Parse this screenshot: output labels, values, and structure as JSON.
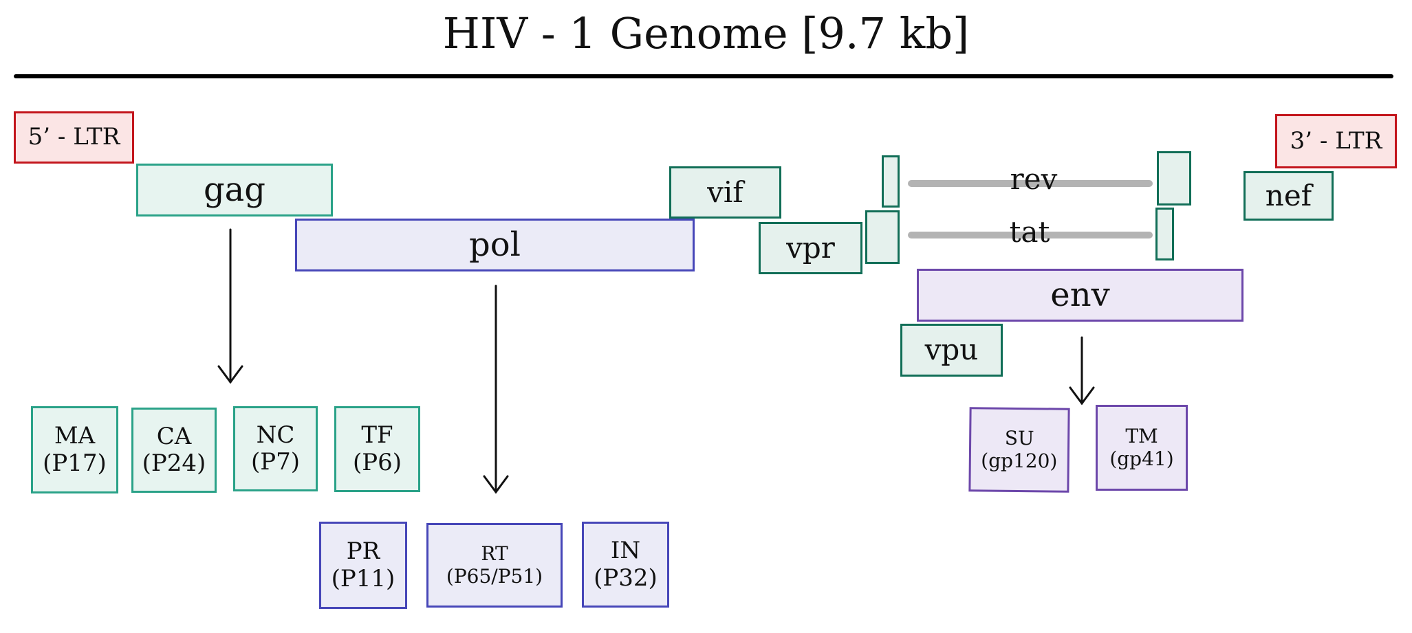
{
  "title": "HIV - 1 Genome [9.7 kb]",
  "colors": {
    "ltr_border": "#c3151c",
    "ltr_fill": "#fbe5e5",
    "gag_border": "#2aa288",
    "gag_fill": "#e7f4f0",
    "accessory_border": "#116e57",
    "accessory_fill": "#e5f1ed",
    "pol_border": "#4646b8",
    "pol_fill": "#ebebf7",
    "env_border": "#6c47aa",
    "env_fill": "#ede8f6",
    "splice_line": "#b3b3b3"
  },
  "ltr": {
    "five": "5’ - LTR",
    "three": "3’ - LTR"
  },
  "genes": {
    "gag": "gag",
    "pol": "pol",
    "vif": "vif",
    "vpr": "vpr",
    "rev": "rev",
    "tat": "tat",
    "env": "env",
    "vpu": "vpu",
    "nef": "nef"
  },
  "gag_proteins": [
    {
      "name": "MA",
      "sub": "(P17)"
    },
    {
      "name": "CA",
      "sub": "(P24)"
    },
    {
      "name": "NC",
      "sub": "(P7)"
    },
    {
      "name": "TF",
      "sub": "(P6)"
    }
  ],
  "pol_proteins": [
    {
      "name": "PR",
      "sub": "(P11)"
    },
    {
      "name": "RT",
      "sub": "(P65/P51)"
    },
    {
      "name": "IN",
      "sub": "(P32)"
    }
  ],
  "env_proteins": [
    {
      "name": "SU",
      "sub": "(gp120)"
    },
    {
      "name": "TM",
      "sub": "(gp41)"
    }
  ]
}
